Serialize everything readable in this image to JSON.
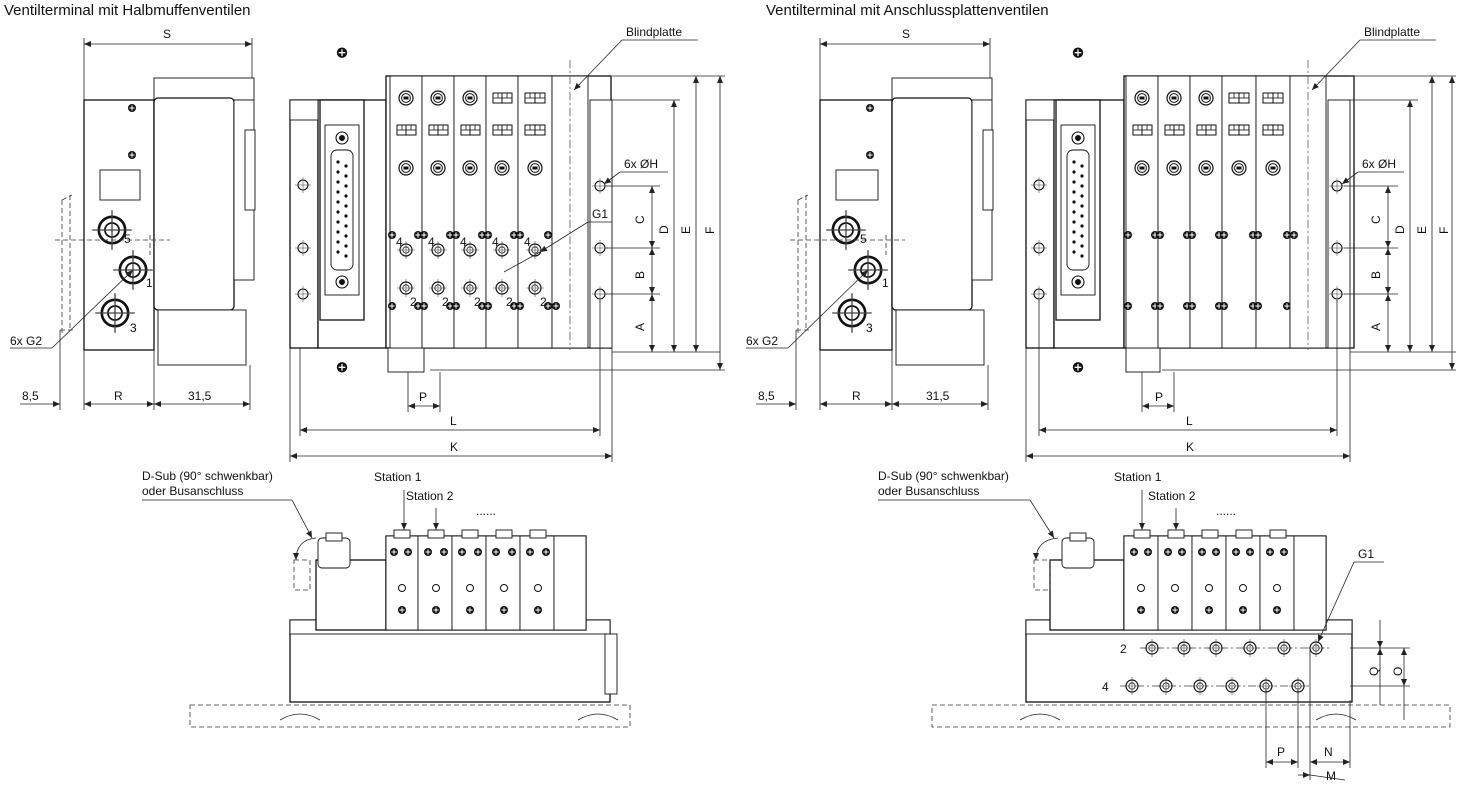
{
  "left": {
    "title": "Ventilterminal mit Halbmuffenventilen",
    "dims": {
      "S": "S",
      "R": "R",
      "d85": "8,5",
      "d315": "31,5",
      "A": "A",
      "B": "B",
      "C": "C",
      "D": "D",
      "E": "E",
      "F": "F",
      "K": "K",
      "L": "L",
      "P": "P"
    },
    "labels": {
      "blindplatte": "Blindplatte",
      "holes": "6x ØH",
      "g1": "G1",
      "g2": "6x G2",
      "port1": "1",
      "port3": "3",
      "port5": "5",
      "dsub_line1": "D-Sub (90° schwenkbar)",
      "dsub_line2": "oder Busanschluss",
      "station1": "Station 1",
      "station2": "Station 2",
      "dots": "......"
    },
    "valve_ports": {
      "top": "4",
      "bottom": "2"
    }
  },
  "right": {
    "title": "Ventilterminal mit Anschlussplattenventilen",
    "dims": {
      "S": "S",
      "R": "R",
      "d85": "8,5",
      "d315": "31,5",
      "A": "A",
      "B": "B",
      "C": "C",
      "D": "D",
      "E": "E",
      "F": "F",
      "K": "K",
      "L": "L",
      "P": "P",
      "M": "M",
      "N": "N",
      "O": "O",
      "Q": "Q"
    },
    "labels": {
      "blindplatte": "Blindplatte",
      "holes": "6x ØH",
      "g1": "G1",
      "g2": "6x G2",
      "port1": "1",
      "port3": "3",
      "port5": "5",
      "dsub_line1": "D-Sub (90° schwenkbar)",
      "dsub_line2": "oder Busanschluss",
      "station1": "Station 1",
      "station2": "Station 2",
      "dots": "......",
      "row2": "2",
      "row4": "4"
    }
  }
}
